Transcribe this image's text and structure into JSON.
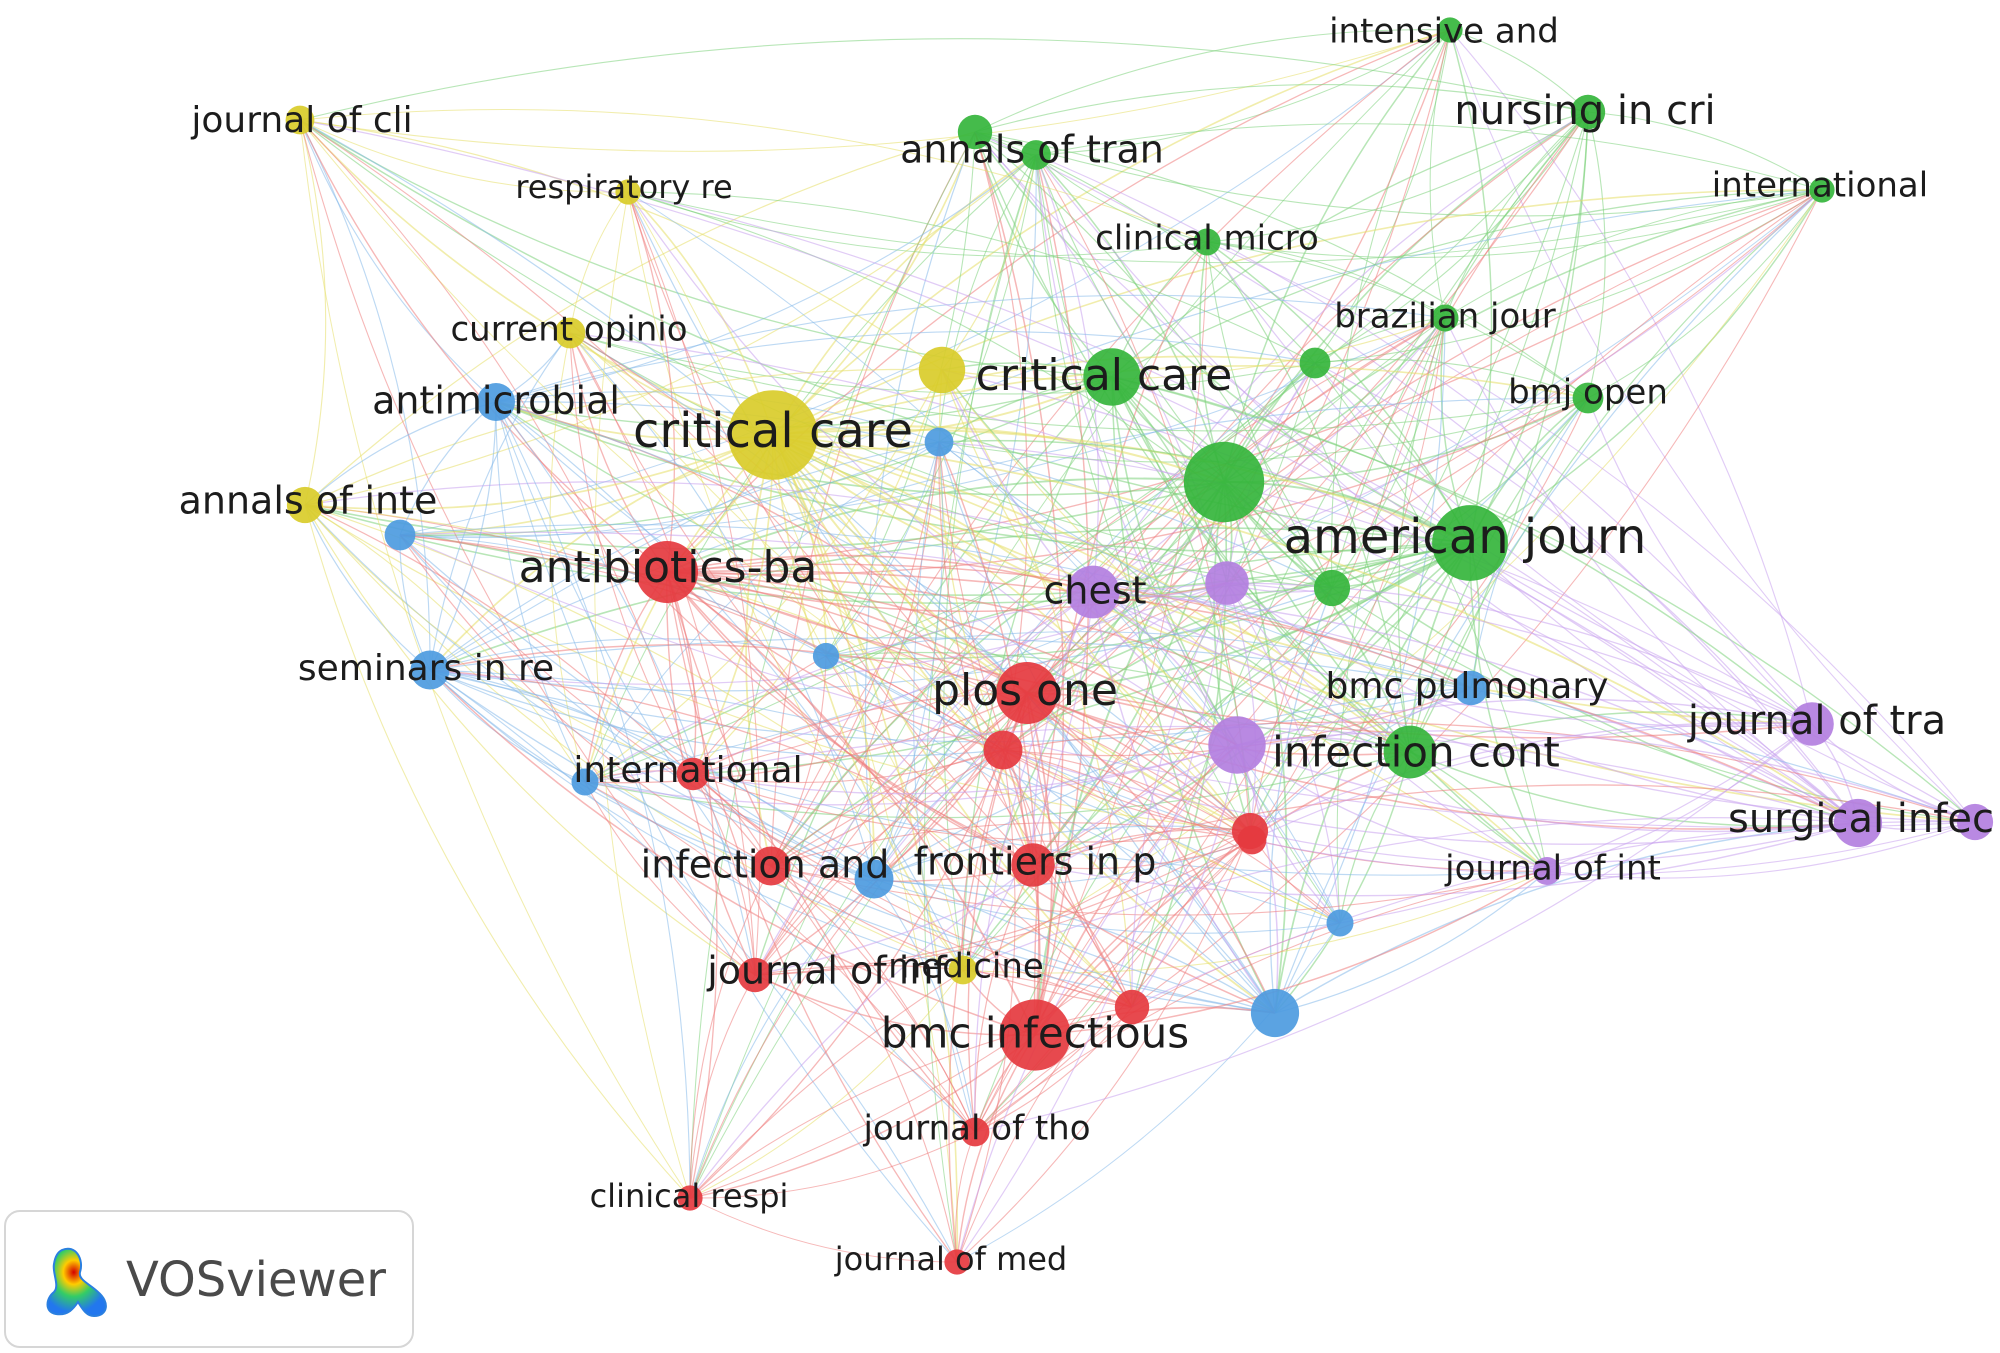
{
  "colors": {
    "red": "#e5393f",
    "green": "#35b53c",
    "blue": "#4d9be0",
    "yellow": "#d9cc2a",
    "purple": "#b37fe0"
  },
  "edge_colors": {
    "red": "#ef7d7d",
    "green": "#7dd27c",
    "blue": "#86b9ea",
    "yellow": "#e6df68",
    "purple": "#c9a3ee"
  },
  "nodes": [
    {
      "label": "intensive and",
      "cluster": "green",
      "weight": 1.0
    },
    {
      "label": "nursing in cri",
      "cluster": "green",
      "weight": 2.0
    },
    {
      "label": "international",
      "cluster": "green",
      "weight": 1.0
    },
    {
      "label": "annals of tran",
      "cluster": "green",
      "weight": 2.0
    },
    {
      "label": "",
      "cluster": "green",
      "weight": 1.5
    },
    {
      "label": "clinical micro",
      "cluster": "green",
      "weight": 1.2
    },
    {
      "label": "brazilian jour",
      "cluster": "green",
      "weight": 1.2
    },
    {
      "label": "",
      "cluster": "green",
      "weight": 1.6
    },
    {
      "label": "critical care",
      "cluster": "green",
      "weight": 4.5
    },
    {
      "label": "bmj open",
      "cluster": "green",
      "weight": 1.6
    },
    {
      "label": "",
      "cluster": "green",
      "weight": 7.0
    },
    {
      "label": "american journ",
      "cluster": "green",
      "weight": 6.5
    },
    {
      "label": "",
      "cluster": "green",
      "weight": 2.2
    },
    {
      "label": "infection cont",
      "cluster": "green",
      "weight": 4.0
    },
    {
      "label": "journal of cli",
      "cluster": "yellow",
      "weight": 1.4
    },
    {
      "label": "respiratory re",
      "cluster": "yellow",
      "weight": 1.0
    },
    {
      "label": "current opinio",
      "cluster": "yellow",
      "weight": 1.6
    },
    {
      "label": "",
      "cluster": "yellow",
      "weight": 3.3
    },
    {
      "label": "critical care",
      "cluster": "yellow",
      "weight": 8.0
    },
    {
      "label": "annals of inte",
      "cluster": "yellow",
      "weight": 2.2
    },
    {
      "label": "medicine",
      "cluster": "yellow",
      "weight": 1.4
    },
    {
      "label": "antimicrobial",
      "cluster": "blue",
      "weight": 2.4
    },
    {
      "label": "",
      "cluster": "blue",
      "weight": 1.4
    },
    {
      "label": "",
      "cluster": "blue",
      "weight": 1.6
    },
    {
      "label": "seminars in re",
      "cluster": "blue",
      "weight": 2.5
    },
    {
      "label": "",
      "cluster": "blue",
      "weight": 1.1
    },
    {
      "label": "international",
      "cluster": "blue",
      "weight": 1.2
    },
    {
      "label": "",
      "cluster": "blue",
      "weight": 2.5
    },
    {
      "label": "bmc pulmonary",
      "cluster": "blue",
      "weight": 2.0
    },
    {
      "label": "",
      "cluster": "blue",
      "weight": 1.2
    },
    {
      "label": "",
      "cluster": "blue",
      "weight": 3.5
    },
    {
      "label": "antibiotics-ba",
      "cluster": "red",
      "weight": 5.0
    },
    {
      "label": "plos one",
      "cluster": "red",
      "weight": 5.0
    },
    {
      "label": "",
      "cluster": "red",
      "weight": 2.5
    },
    {
      "label": "international",
      "cluster": "red",
      "weight": 1.8
    },
    {
      "label": "infection and",
      "cluster": "red",
      "weight": 2.5
    },
    {
      "label": "frontiers in p",
      "cluster": "red",
      "weight": 3.0
    },
    {
      "label": "",
      "cluster": "red",
      "weight": 2.2
    },
    {
      "label": "",
      "cluster": "red",
      "weight": 1.4
    },
    {
      "label": "journal of inf",
      "cluster": "red",
      "weight": 2.0
    },
    {
      "label": "",
      "cluster": "red",
      "weight": 2.0
    },
    {
      "label": "bmc infectious",
      "cluster": "red",
      "weight": 6.0
    },
    {
      "label": "journal of tho",
      "cluster": "red",
      "weight": 1.4
    },
    {
      "label": "clinical respi",
      "cluster": "red",
      "weight": 1.0
    },
    {
      "label": "journal of med",
      "cluster": "red",
      "weight": 1.0
    },
    {
      "label": "chest",
      "cluster": "purple",
      "weight": 4.0
    },
    {
      "label": "",
      "cluster": "purple",
      "weight": 3.0
    },
    {
      "label": "",
      "cluster": "purple",
      "weight": 4.5
    },
    {
      "label": "journal of tra",
      "cluster": "purple",
      "weight": 3.0
    },
    {
      "label": "surgical infec",
      "cluster": "purple",
      "weight": 3.5
    },
    {
      "label": "",
      "cluster": "purple",
      "weight": 2.2
    },
    {
      "label": "journal of int",
      "cluster": "purple",
      "weight": 1.3
    }
  ],
  "logo": {
    "text": "VOSviewer"
  }
}
